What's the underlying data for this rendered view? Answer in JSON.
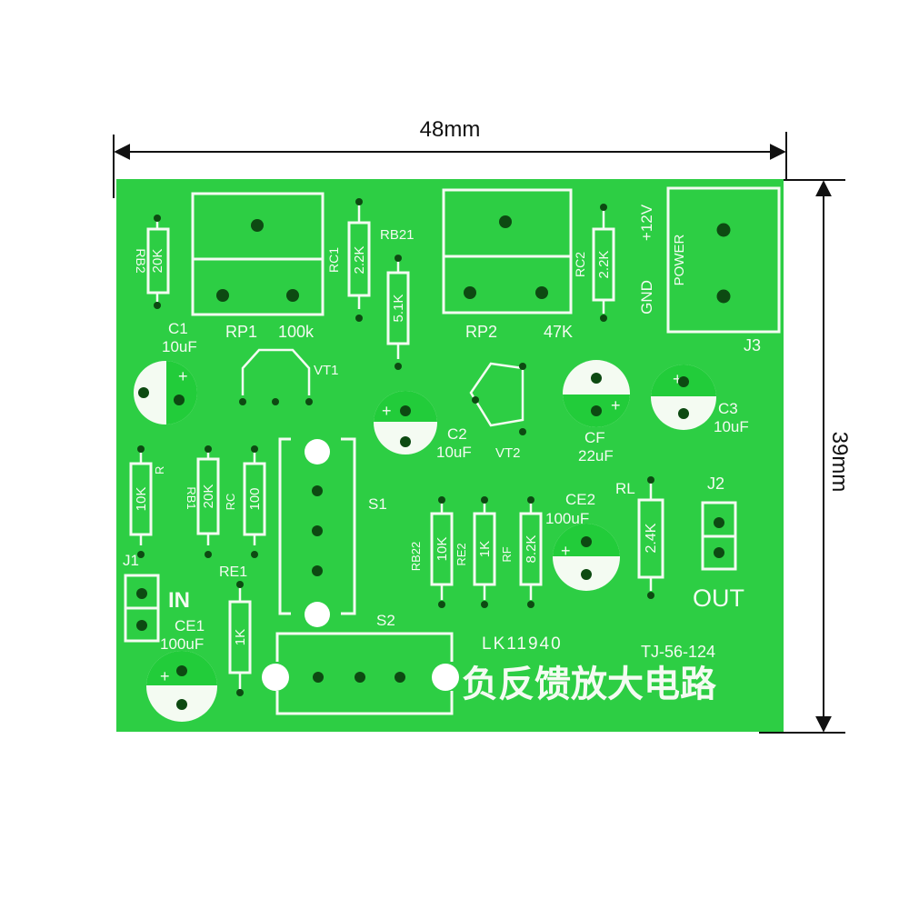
{
  "dimensions": {
    "width_label": "48mm",
    "height_label": "39mm"
  },
  "colors": {
    "board": "#22cc3a",
    "silkscreen": "#f4fbf2",
    "hole": "#0d4a12",
    "dimension_line": "#111111"
  },
  "board": {
    "title": "负反馈放大电路",
    "model": "LK11940",
    "code": "TJ-56-124"
  },
  "components": {
    "rb2": {
      "ref": "RB2",
      "value": "20K"
    },
    "rp1": {
      "ref": "RP1",
      "value": "100k"
    },
    "rc1": {
      "ref": "RC1",
      "value": "2.2K"
    },
    "rb21": {
      "ref": "RB21",
      "value": "5.1K"
    },
    "rp2": {
      "ref": "RP2",
      "value": "47K"
    },
    "rc2": {
      "ref": "RC2",
      "value": "2.2K"
    },
    "j3": {
      "ref": "J3",
      "label": "POWER",
      "pin_plus": "+12V",
      "pin_gnd": "GND"
    },
    "c1": {
      "ref": "C1",
      "value": "10uF"
    },
    "vt1": {
      "ref": "VT1"
    },
    "c2": {
      "ref": "C2",
      "value": "10uF"
    },
    "vt2": {
      "ref": "VT2"
    },
    "cf": {
      "ref": "CF",
      "value": "22uF"
    },
    "c3": {
      "ref": "C3",
      "value": "10uF"
    },
    "r": {
      "ref": "R",
      "value": "10K"
    },
    "rb1": {
      "ref": "RB1",
      "value": "20K"
    },
    "rc": {
      "ref": "RC",
      "value": "100"
    },
    "s1": {
      "ref": "S1"
    },
    "rb22": {
      "ref": "RB22",
      "value": "10K"
    },
    "re2": {
      "ref": "RE2",
      "value": "1K"
    },
    "rf": {
      "ref": "RF",
      "value": "8.2K"
    },
    "ce2": {
      "ref": "CE2",
      "value": "100uF"
    },
    "rl": {
      "ref": "RL",
      "value": "2.4K"
    },
    "j2": {
      "ref": "J2",
      "label": "OUT"
    },
    "j1": {
      "ref": "J1",
      "label": "IN"
    },
    "re1": {
      "ref": "RE1",
      "value": "1K"
    },
    "ce1": {
      "ref": "CE1",
      "value": "100uF"
    },
    "s2": {
      "ref": "S2"
    },
    "polarity": "+"
  }
}
